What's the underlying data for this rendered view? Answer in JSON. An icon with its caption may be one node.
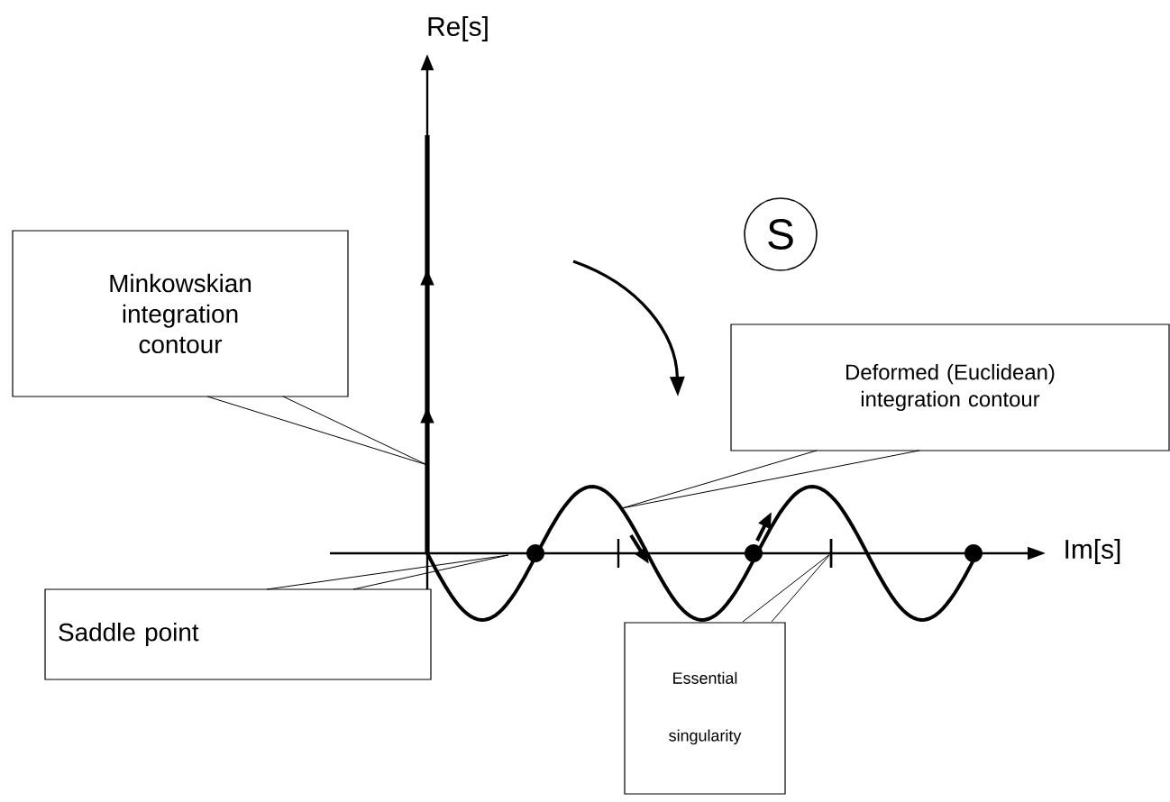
{
  "diagram": {
    "nodes": [
      {
        "text": [
          "Minkowskian integration contour"
        ]
      },
      {
        "text": [
          "Deformed (Euclidean) integration contour"
        ]
      },
      {
        "text": [
          "Saddle point"
        ]
      },
      {
        "text": [
          "Essential singularity"
        ]
      },
      {
        "text": [
          "S"
        ]
      },
      {
        "text": [],
        "shape": "bar"
      }
    ],
    "edges": [
      {
        "from": 0,
        "to": null,
        "arrow": "none"
      },
      {
        "from": 1,
        "to": null,
        "arrow": "none"
      },
      {
        "from": 2,
        "to": null,
        "arrow": "none"
      },
      {
        "from": 3,
        "to": 5,
        "arrow": "none"
      }
    ],
    "labels": [
      "Re[s]",
      "Im[s]"
    ]
  }
}
